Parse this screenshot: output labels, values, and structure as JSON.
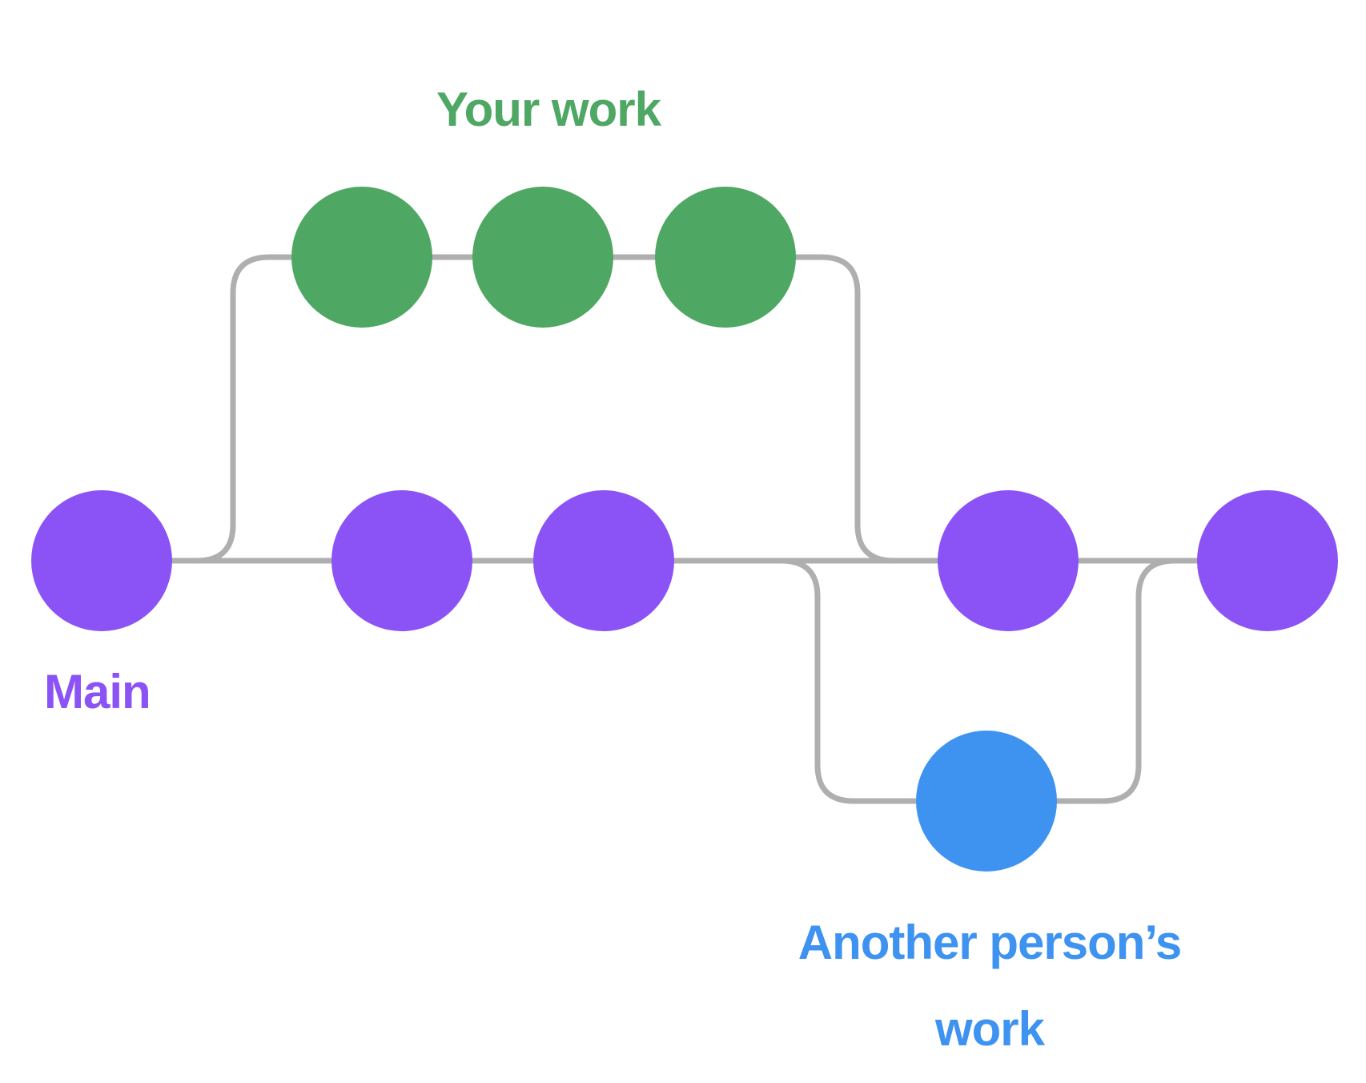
{
  "colors": {
    "green": "#4EA763",
    "purple": "#8B52F5",
    "blue": "#3F93F0",
    "connector": "#AFAFAF",
    "background": "#FFFFFF"
  },
  "branches": {
    "your_work": {
      "label": "Your work",
      "commit_count": 3
    },
    "main": {
      "label": "Main",
      "commit_count": 5
    },
    "another_person": {
      "label": "Another person’s work",
      "label_lines": [
        "Another person’s",
        "work"
      ],
      "commit_count": 1
    }
  }
}
